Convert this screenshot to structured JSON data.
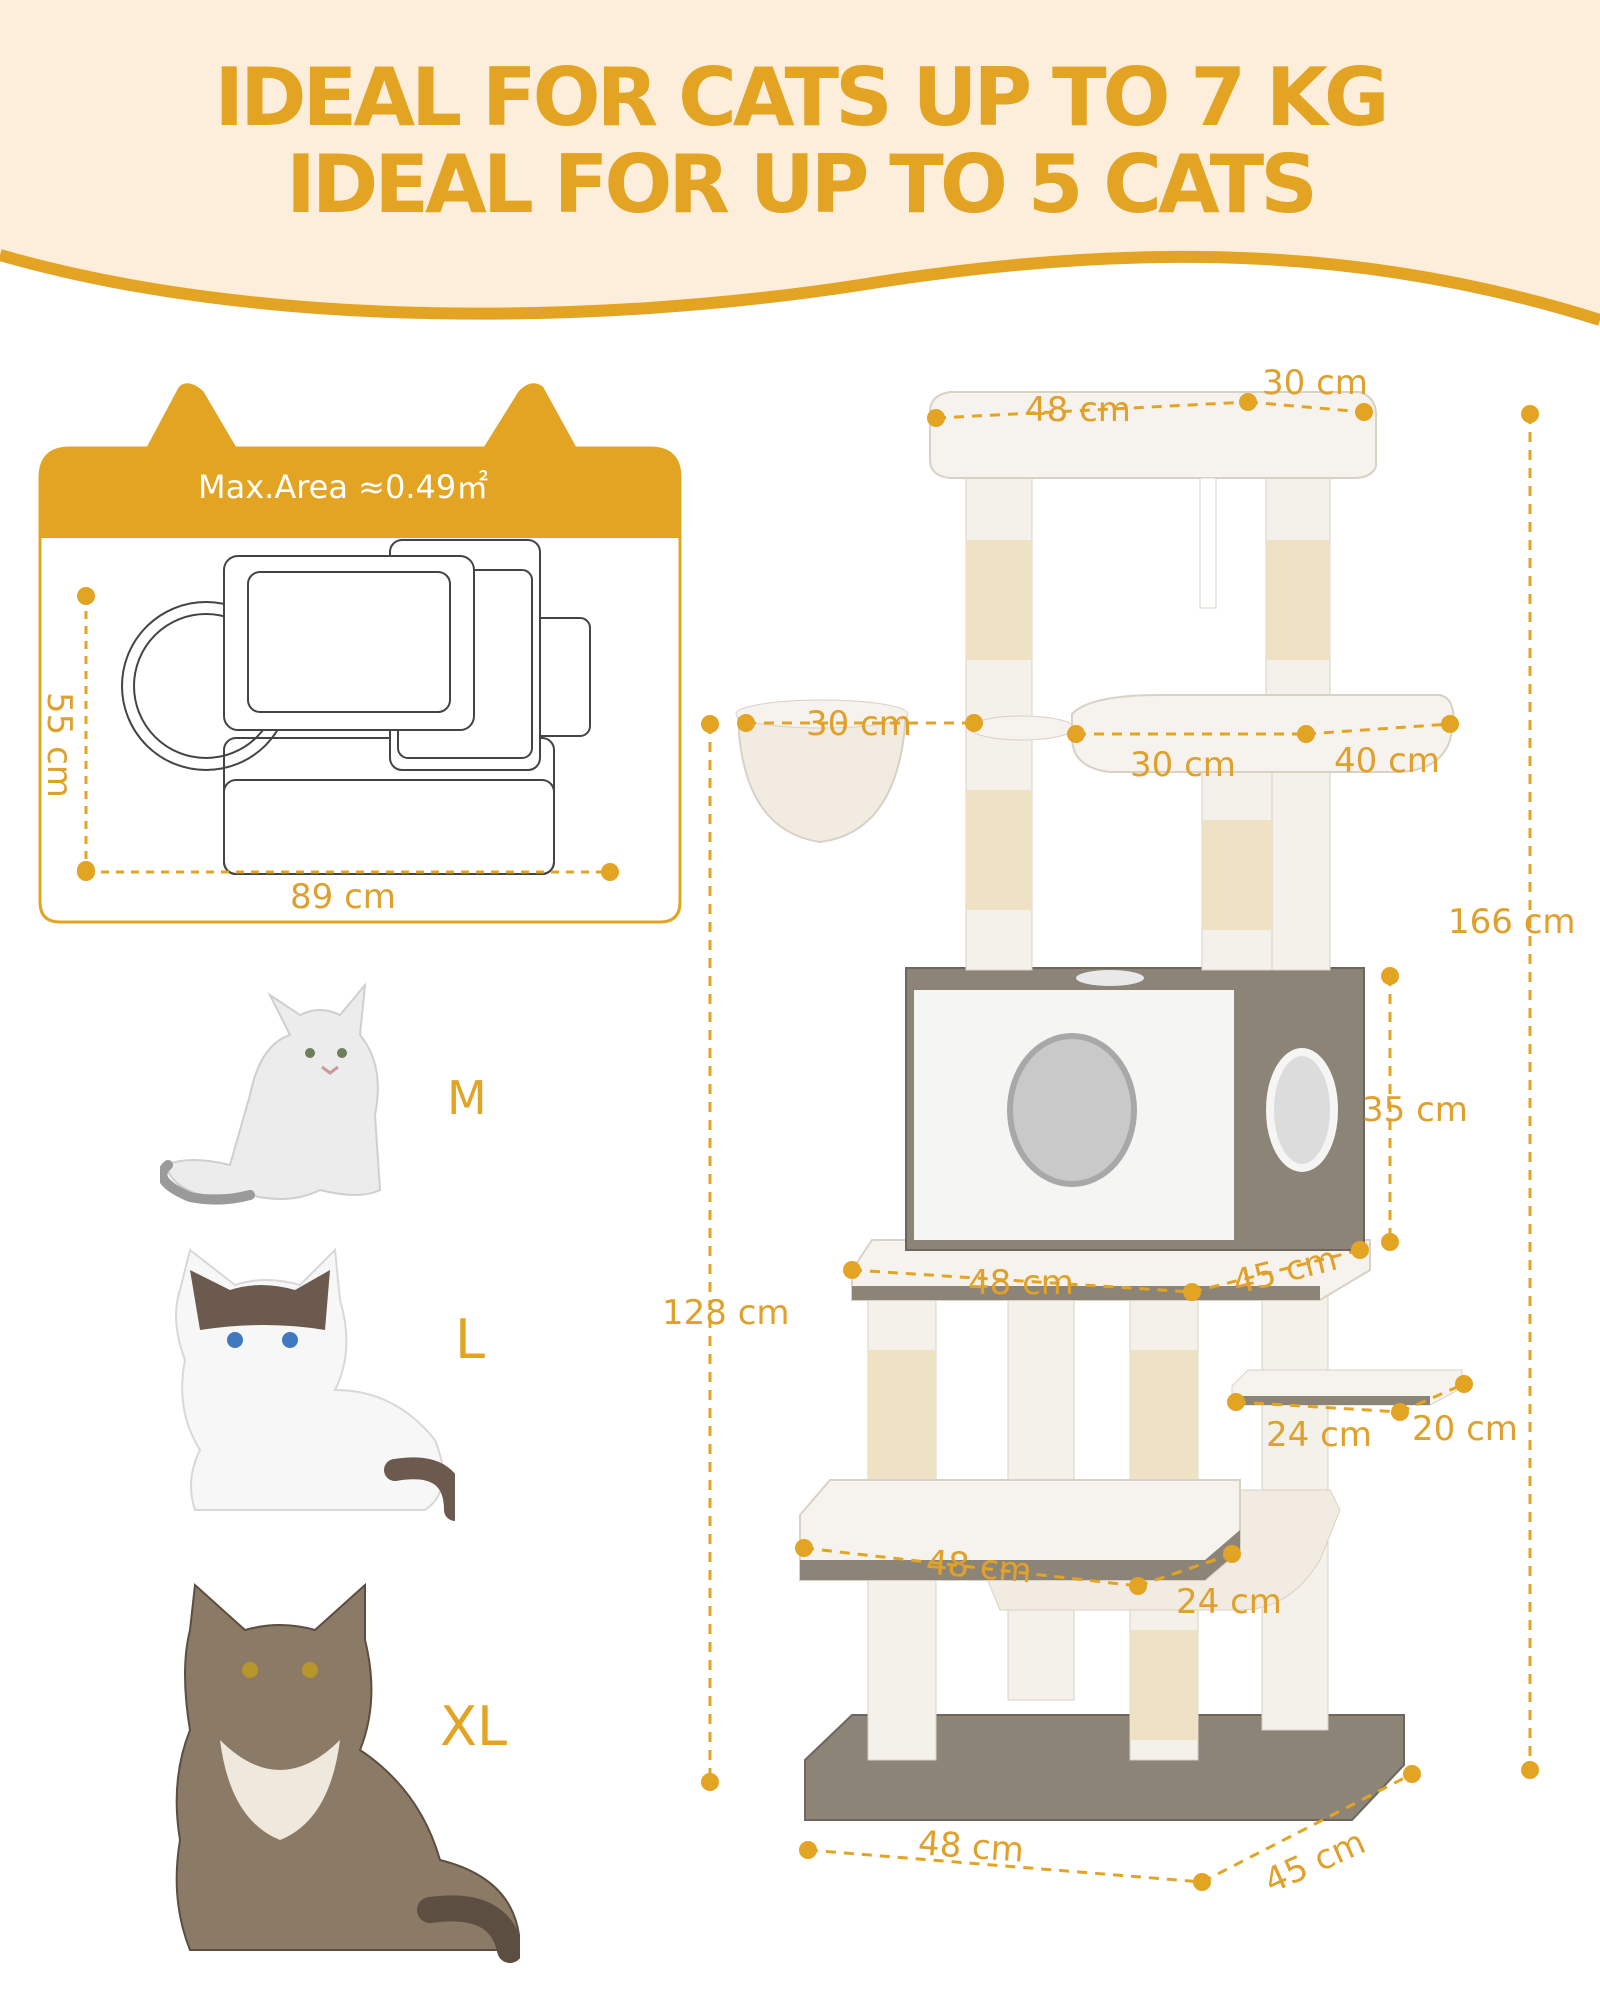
{
  "header": {
    "line1": "IDEAL FOR CATS UP TO 7 KG",
    "line2": "IDEAL FOR UP TO 5 CATS"
  },
  "area_panel": {
    "title": "Max.Area ≈0.49㎡",
    "depth": "55 cm",
    "width": "89 cm"
  },
  "cat_sizes": [
    "M",
    "L",
    "XL"
  ],
  "dimensions": {
    "top_perch_width": "48 cm",
    "top_perch_depth": "30 cm",
    "basket_diameter": "30 cm",
    "mid_perch_width": "30 cm",
    "mid_perch_depth": "40 cm",
    "total_height": "166 cm",
    "lower_height": "128 cm",
    "condo_height": "35 cm",
    "platform_width": "48 cm",
    "platform_depth": "45 cm",
    "step_width": "24 cm",
    "step_depth": "20 cm",
    "hammock_width": "48 cm",
    "hammock_depth": "24 cm",
    "base_width": "48 cm",
    "base_depth": "45 cm"
  },
  "colors": {
    "accent": "#e3a423",
    "header_bg": "#fdeedc",
    "plush": "#f3efe9",
    "sisal": "#efe2c4",
    "wood": "#8d8478"
  }
}
